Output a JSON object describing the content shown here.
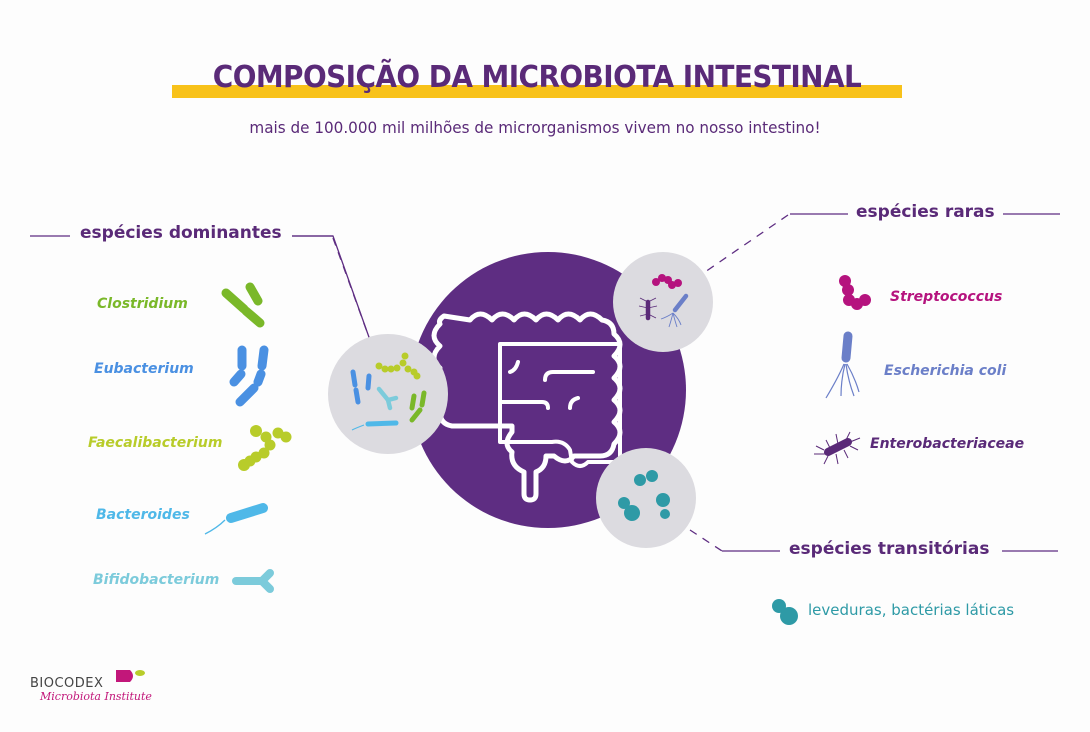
{
  "header": {
    "title": "COMPOSIÇÃO DA MICROBIOTA INTESTINAL",
    "subtitle": "mais de 100.000 mil milhões de microrganismos vivem no nosso intestino!"
  },
  "colors": {
    "purple": "#5e2d82",
    "title_highlight": "#f8c21a",
    "circle_gray": "#dcdbe0",
    "clostridium": "#7ab829",
    "eubacterium": "#4a90e2",
    "faecalibacterium": "#b8cc2a",
    "bacteroides": "#4fb8e8",
    "bifidobacterium": "#7ccbdb",
    "streptococcus": "#b5137e",
    "escherichia": "#6b7fc8",
    "enterobacteriaceae": "#5a2a78",
    "transit": "#2e9aa6"
  },
  "groups": {
    "dominant": {
      "heading": "espécies dominantes",
      "species": [
        {
          "name": "Clostridium",
          "icon": "rod-pair-icon"
        },
        {
          "name": "Eubacterium",
          "icon": "rod-chain-icon"
        },
        {
          "name": "Faecalibacterium",
          "icon": "cocci-chain-icon"
        },
        {
          "name": "Bacteroides",
          "icon": "flagellated-rod-icon"
        },
        {
          "name": "Bifidobacterium",
          "icon": "y-shaped-rod-icon"
        }
      ]
    },
    "rare": {
      "heading": "espécies raras",
      "species": [
        {
          "name": "Streptococcus",
          "icon": "cocci-chain-icon"
        },
        {
          "name": "Escherichia coli",
          "icon": "flagellated-rod-icon"
        },
        {
          "name": "Enterobacteriaceae",
          "icon": "peritrichous-rod-icon"
        }
      ]
    },
    "transient": {
      "heading": "espécies transitórias",
      "items": [
        {
          "name": "leveduras, bactérias láticas",
          "icon": "budding-yeast-icon"
        }
      ]
    }
  },
  "center": {
    "icon": "intestine-icon"
  },
  "logo": {
    "brand": "BIOCODEX",
    "tagline": "Microbiota Institute"
  }
}
